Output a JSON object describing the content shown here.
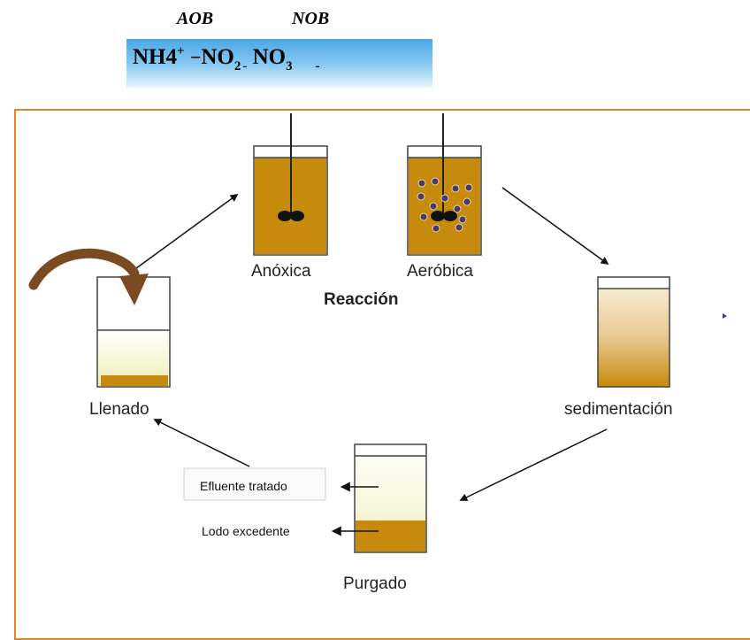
{
  "header": {
    "aob_label": "AOB",
    "nob_label": "NOB",
    "formula": {
      "nh4": "NH4",
      "nh4_charge": "+",
      "minus": "−",
      "no": "NO",
      "sub2": "2",
      "dash1": "-",
      "no2": "NO",
      "sub3": "3",
      "dash2": "-"
    }
  },
  "diagram": {
    "stages": {
      "anoxica": "Anóxica",
      "aerobica": "Aeróbica",
      "reaccion": "Reacción",
      "sedimentacion": "sedimentación",
      "purgado": "Purgado",
      "llenado": "Llenado"
    },
    "outputs": {
      "efluente": "Efluente tratado",
      "lodo": "Lodo excedente"
    }
  },
  "colors": {
    "sludge": "#c68a0c",
    "frame_border": "#e8822a",
    "formula_band": "#4aa7e6",
    "fill_arrow": "#7a4a22",
    "bubble": "#4a3a6a"
  }
}
